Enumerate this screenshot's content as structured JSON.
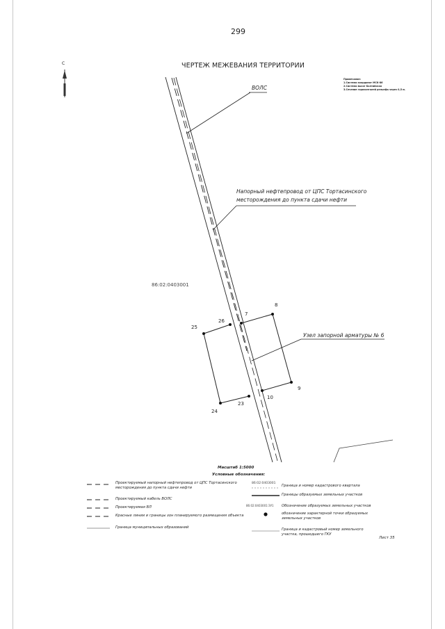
{
  "page_number": "299",
  "title": "ЧЕРТЕЖ МЕЖЕВАНИЯ ТЕРРИТОРИИ",
  "notes": {
    "heading": "Примечание:",
    "lines": [
      "1.Система координат МСК-86",
      "2.Система высот Балтийская",
      "3.Сечение горизонталей рельефа через 0,5 м."
    ]
  },
  "north_letter": "С",
  "map_labels": {
    "vols": "ВОЛС",
    "pipeline_line1": "Напорный нефтепровод от ЦПС Тортасинского",
    "pipeline_line2": "месторождения до пункта сдачи нефти",
    "cadastral_quarter": "86:02:0403001",
    "valve_node": "Узел запорной арматуры № 6"
  },
  "points": {
    "p7": "7",
    "p8": "8",
    "p9": "9",
    "p10": "10",
    "p23": "23",
    "p24": "24",
    "p25": "25",
    "p26": "26"
  },
  "scale": "Масштаб 1:5000",
  "legend_title": "Условные обозначения:",
  "legend": {
    "left": [
      "Проектируемый напорный нефтепровод от ЦПС Тортасинского месторождения до пункта сдачи нефти",
      "Проектируемый кабель ВОЛС",
      "Проектируемая ВЛ",
      "Красные линии и границы зон планируемого размещения объекта",
      "Граница муниципальных образований"
    ],
    "right": [
      "Граница и номер кадастрового квартала",
      "Границы образуемых земельных участков",
      "Обозначение образуемых земельных участков",
      "обозначение характерной точки образуемых земельных участков",
      "Граница и кадастровый номер земельного участка, прошедшего ГКУ"
    ],
    "right_samples": {
      "cad_quarter": "86:02:0403001",
      "formed_plot": "86:02:0403001:ЗУ1"
    }
  },
  "sheet": "Лист 35"
}
